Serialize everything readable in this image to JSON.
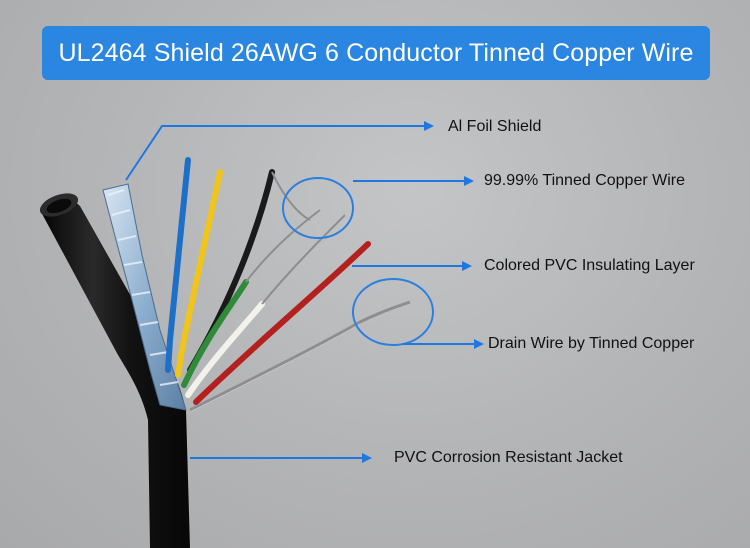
{
  "title": "UL2464 Shield 26AWG 6 Conductor Tinned Copper Wire",
  "labels": {
    "foil_shield": "Al Foil Shield",
    "tinned_copper": "99.99% Tinned Copper Wire",
    "insulating_layer": "Colored PVC Insulating Layer",
    "drain_wire": "Drain Wire by Tinned Copper",
    "jacket": "PVC Corrosion Resistant Jacket"
  },
  "colors": {
    "banner": "#2a86e0",
    "arrow": "#1f78e0",
    "callout_circle": "#2a7fe0",
    "jacket": "#151515",
    "foil": "#a9c4dc",
    "wire_blue": "#1e6fc8",
    "wire_yellow": "#f0c419",
    "wire_black": "#1a1a1a",
    "wire_green": "#2f8a3a",
    "wire_white": "#f2f2ea",
    "wire_red": "#b3201e",
    "copper_strand": "#8e8e90"
  },
  "components": [
    "al-foil-shield",
    "wire-blue",
    "wire-yellow",
    "wire-black",
    "wire-green",
    "wire-white",
    "wire-red",
    "drain-wire",
    "pvc-jacket"
  ]
}
